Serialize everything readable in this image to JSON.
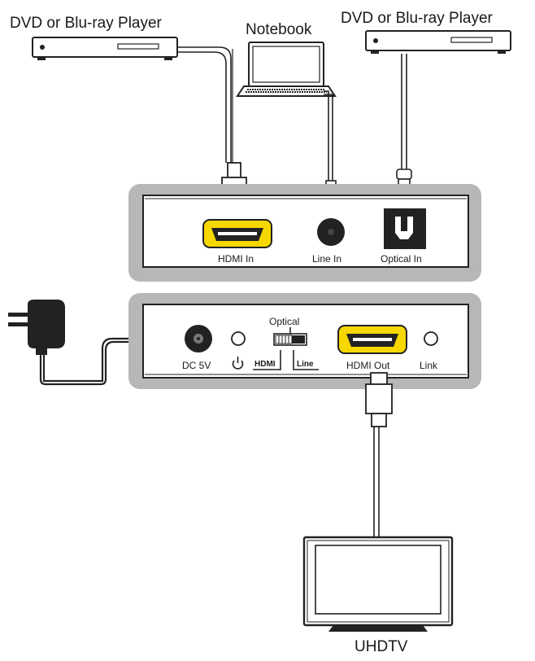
{
  "devices": {
    "player_left": "DVD or Blu-ray Player",
    "notebook": "Notebook",
    "player_right": "DVD or Blu-ray Player",
    "tv": "UHDTV"
  },
  "input_panel": {
    "hdmi_in": "HDMI In",
    "line_in": "Line In",
    "optical_in": "Optical In"
  },
  "output_panel": {
    "dc": "DC 5V",
    "switch_top": "Optical",
    "switch_left": "HDMI",
    "switch_right": "Line",
    "hdmi_out": "HDMI Out",
    "link": "Link"
  }
}
